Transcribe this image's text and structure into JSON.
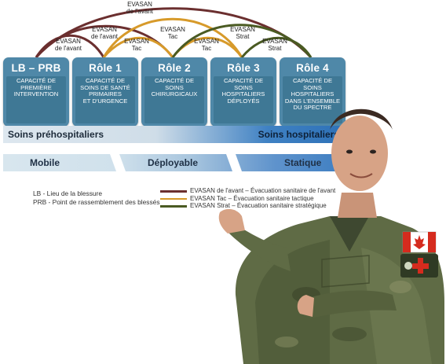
{
  "arc_labels": {
    "top": "EVASAN\nde l'avant",
    "l1": "EVASAN\nde l'avant",
    "l2": "EVASAN\nde l'avant",
    "l3": "EVASAN\nTac",
    "l4": "EVASAN\nTac",
    "l5": "EVASAN\nTac",
    "l6": "EVASAN\nStrat",
    "l7": "EVASAN\nStrat"
  },
  "roles": [
    {
      "title": "LB – PRB",
      "desc": "CAPACITÉ DE\nPREMIÈRE\nINTERVENTION"
    },
    {
      "title": "Rôle 1",
      "desc": "CAPACITÉ DE\nSOINS DE SANTÉ\nPRIMAIRES\nET D'URGENCE"
    },
    {
      "title": "Rôle 2",
      "desc": "CAPACITÉ DE\nSOINS\nCHIRURGICAUX"
    },
    {
      "title": "Rôle 3",
      "desc": "CAPACITÉ DE\nSOINS\nHOSPITALIERS\nDÉPLOYÉS"
    },
    {
      "title": "Rôle 4",
      "desc": "CAPACITÉ DE\nSOINS\nHOSPITALIERS\nDANS L'ENSEMBLE\nDU SPECTRE"
    }
  ],
  "band_care": {
    "left": "Soins préhospitaliers",
    "right": "Soins hospitaliers"
  },
  "band_mobility": {
    "mobile": "Mobile",
    "deployable": "Déployable",
    "static": "Statique"
  },
  "definitions": [
    "LB - Lieu de la blessure",
    "PRB - Point de rassemblement des blessés"
  ],
  "legend": [
    {
      "text": "EVASAN de l'avant – Évacuation sanitaire de l'avant",
      "color": "#6b2f2f"
    },
    {
      "text": "EVASAN Tac – Évacuation sanitaire tactique",
      "color": "#d79a2a"
    },
    {
      "text": "EVASAN Strat – Évacuation sanitaire stratégique",
      "color": "#4a5a22"
    }
  ],
  "colors": {
    "fwd": "#6b2f2f",
    "tac": "#d79a2a",
    "strat": "#4a5a22",
    "role": "#4f88a8"
  },
  "icons": {
    "person": "soldier-illustration",
    "flag": "canada-flag-patch",
    "cross": "medical-cross-patch"
  }
}
